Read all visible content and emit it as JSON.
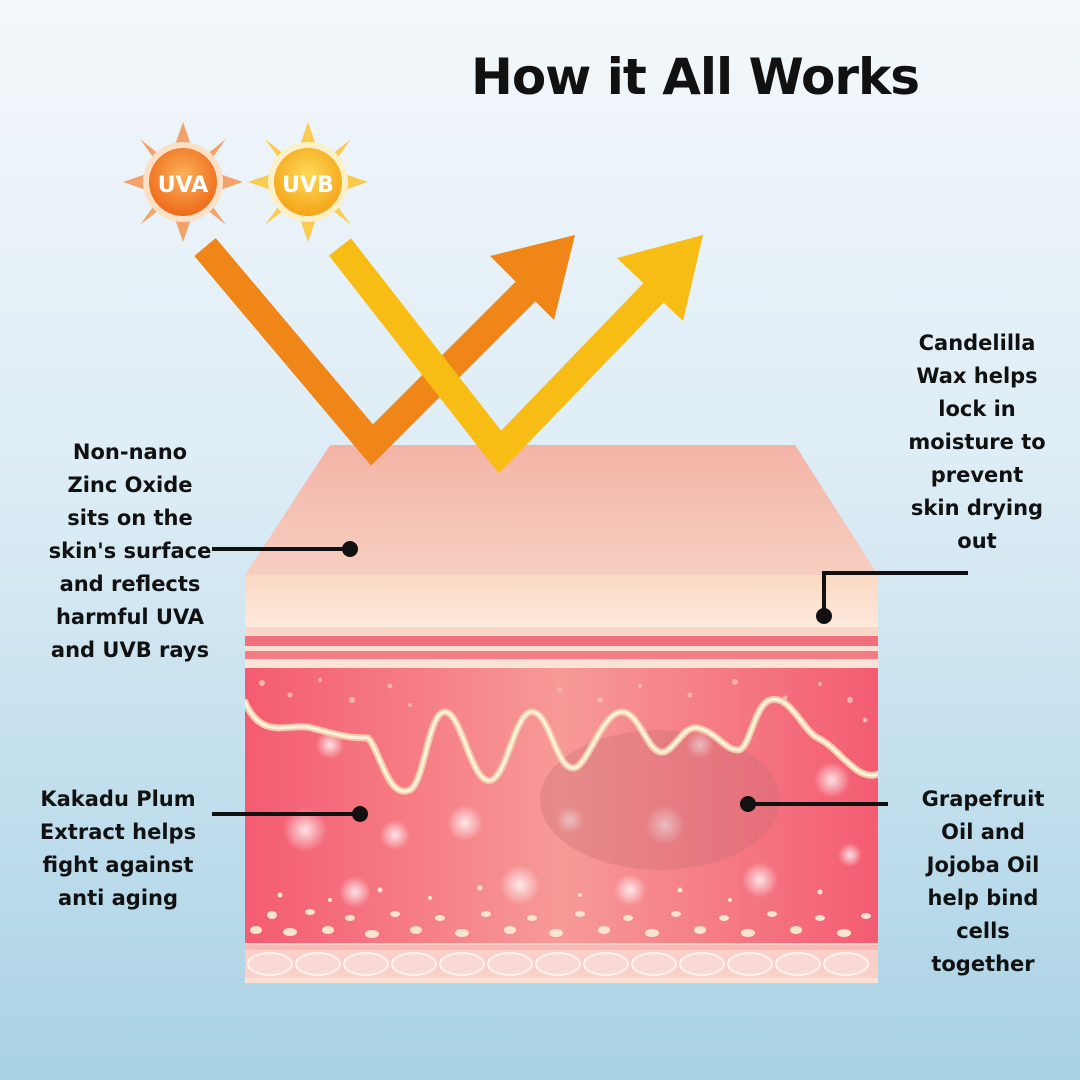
{
  "title": "How it All Works",
  "suns": [
    {
      "label": "UVA",
      "color": "#f37b1d"
    },
    {
      "label": "UVB",
      "color": "#f7b417"
    }
  ],
  "rays": [
    {
      "name": "UVA",
      "color": "#f08518"
    },
    {
      "name": "UVB",
      "color": "#f8bd14"
    }
  ],
  "callouts": {
    "zinc": "Non-nano\nZinc Oxide\nsits on the\nskin's surface\nand reflects\nharmful UVA\nand UVB rays",
    "kakadu": "Kakadu Plum\nExtract helps\nfight against\nanti aging",
    "wax": "Candelilla\nWax helps\nlock in\nmoisture to\nprevent\nskin drying\nout",
    "grapefruit": "Grapefruit\nOil and\nJojoba Oil\nhelp bind\ncells\ntogether"
  },
  "colors": {
    "skin_top": "#f2b6a8",
    "epidermis": "#fbe3cf",
    "dermis": "#f56f7d",
    "fiber": "#fbe9cc"
  },
  "icons": [
    "sun-uva-icon",
    "sun-uvb-icon",
    "ray-arrow-icon",
    "skin-cross-section-icon"
  ]
}
